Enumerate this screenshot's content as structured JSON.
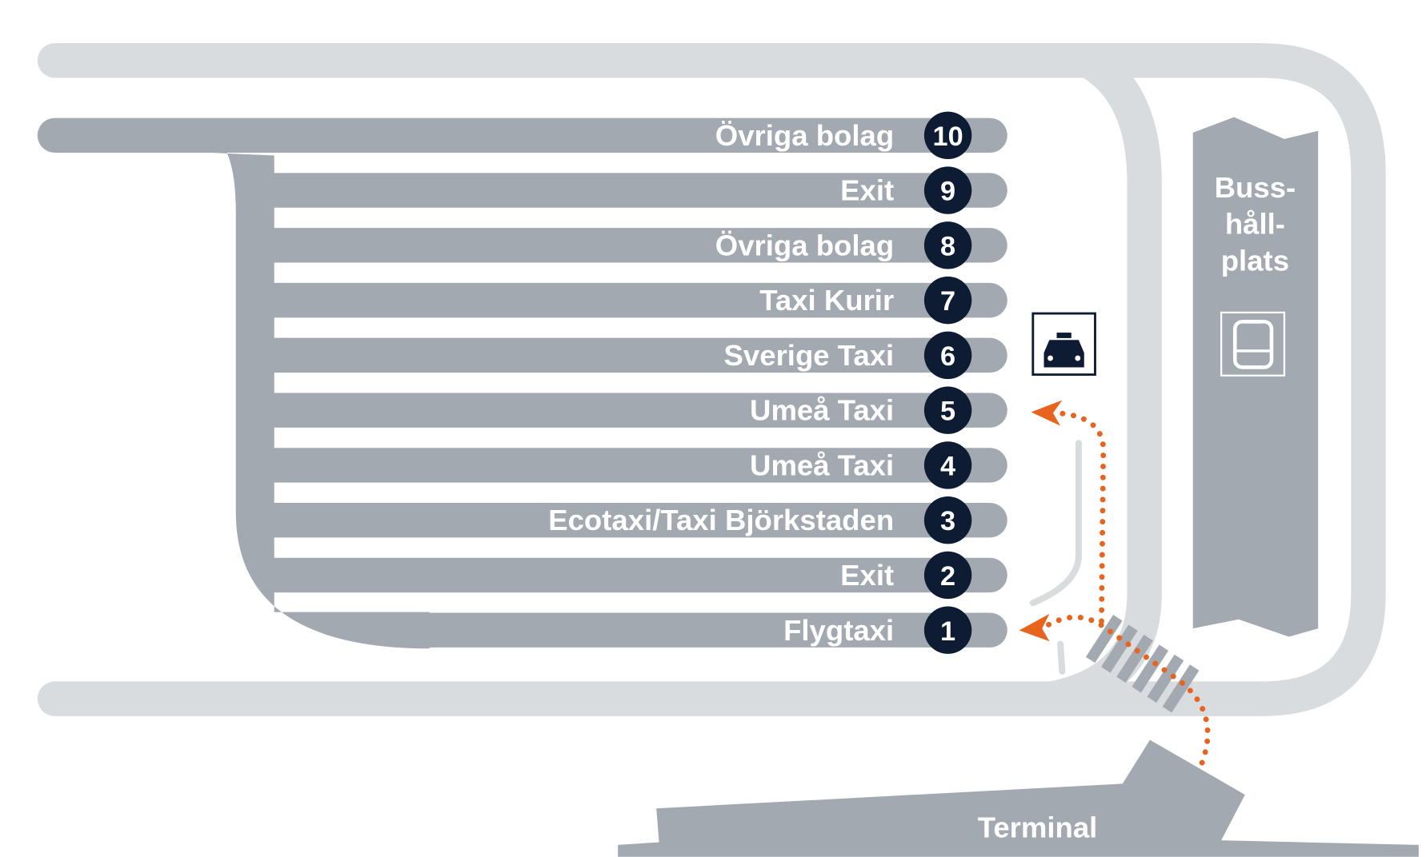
{
  "colors": {
    "road_light": "#d9dcdf",
    "lane": "#a3a9b0",
    "badge": "#0d1b33",
    "route": "#e8641e"
  },
  "lanes": [
    {
      "number": "10",
      "label": "Övriga bolag"
    },
    {
      "number": "9",
      "label": "Exit"
    },
    {
      "number": "8",
      "label": "Övriga bolag"
    },
    {
      "number": "7",
      "label": "Taxi Kurir"
    },
    {
      "number": "6",
      "label": "Sverige Taxi"
    },
    {
      "number": "5",
      "label": "Umeå Taxi"
    },
    {
      "number": "4",
      "label": "Umeå Taxi"
    },
    {
      "number": "3",
      "label": "Ecotaxi/Taxi Björkstaden"
    },
    {
      "number": "2",
      "label": "Exit"
    },
    {
      "number": "1",
      "label": "Flygtaxi"
    }
  ],
  "bus_stop": {
    "line1": "Buss-",
    "line2": "håll-",
    "line3": "plats"
  },
  "terminal": {
    "label": "Terminal"
  },
  "icons": {
    "taxi": "taxi-icon",
    "bus": "bus-icon"
  }
}
